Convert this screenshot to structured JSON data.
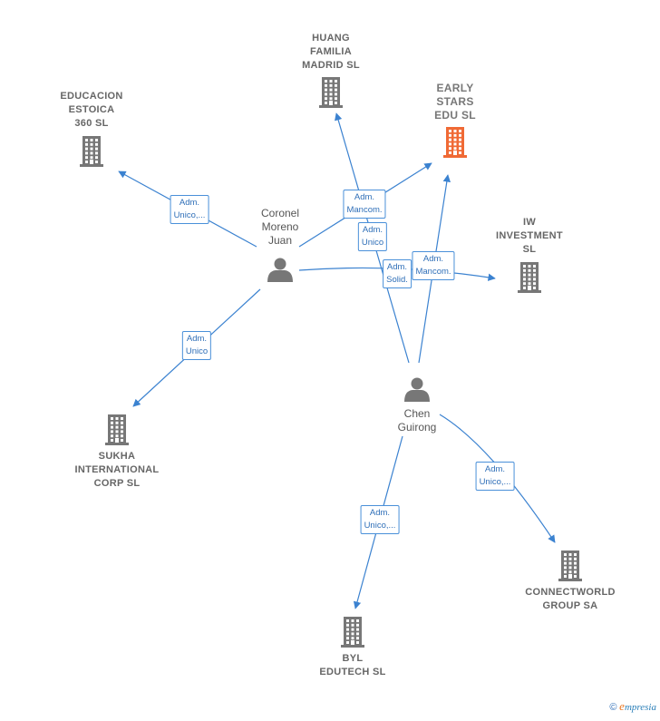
{
  "nodes": [
    {
      "id": "huang",
      "type": "company",
      "label": "HUANG\nFAMILIA\nMADRID  SL",
      "color": "#777777"
    },
    {
      "id": "early",
      "type": "company",
      "label": "EARLY\nSTARS\nEDU  SL",
      "color": "#f06a35",
      "main": true
    },
    {
      "id": "educacion",
      "type": "company",
      "label": "EDUCACION\nESTOICA\n360  SL",
      "color": "#777777"
    },
    {
      "id": "iw",
      "type": "company",
      "label": "IW\nINVESTMENT\nSL",
      "color": "#777777"
    },
    {
      "id": "sukha",
      "type": "company",
      "label": "SUKHA\nINTERNATIONAL\nCORP  SL",
      "color": "#777777"
    },
    {
      "id": "connect",
      "type": "company",
      "label": "CONNECTWORLD\nGROUP SA",
      "color": "#777777"
    },
    {
      "id": "byl",
      "type": "company",
      "label": "BYL\nEDUTECH  SL",
      "color": "#777777"
    },
    {
      "id": "coronel",
      "type": "person",
      "label": "Coronel\nMoreno\nJuan",
      "color": "#777777"
    },
    {
      "id": "chen",
      "type": "person",
      "label": "Chen\nGuirong",
      "color": "#777777"
    }
  ],
  "edges": [
    {
      "from": "coronel",
      "to": "educacion",
      "label": "Adm.\nUnico,..."
    },
    {
      "from": "coronel",
      "to": "early",
      "label": "Adm.\nMancom."
    },
    {
      "from": "coronel",
      "to": "iw",
      "label": "Adm.\nSolid."
    },
    {
      "from": "coronel",
      "to": "sukha",
      "label": "Adm.\nUnico"
    },
    {
      "from": "chen",
      "to": "huang",
      "label": "Adm.\nUnico"
    },
    {
      "from": "chen",
      "to": "early",
      "label": "Adm.\nMancom."
    },
    {
      "from": "chen",
      "to": "connect",
      "label": "Adm.\nUnico,..."
    },
    {
      "from": "chen",
      "to": "byl",
      "label": "Adm.\nUnico,..."
    }
  ],
  "colors": {
    "edge": "#3b82d0",
    "edge_label_border": "#4a90d9",
    "icon": "#777777",
    "main": "#f06a35"
  },
  "footer": {
    "copyright": "©",
    "brand_initial": "e",
    "brand_rest": "mpresia"
  }
}
